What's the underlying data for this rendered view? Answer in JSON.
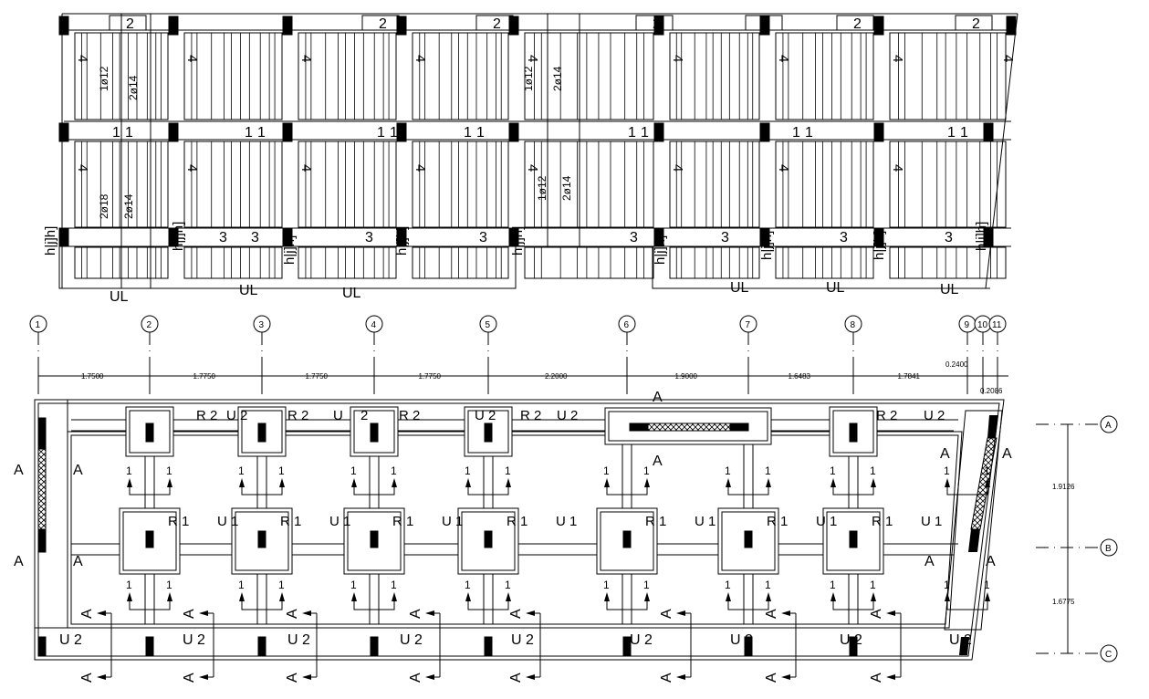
{
  "slab_plan": {
    "beam_mark_top": [
      "2",
      "2",
      "2",
      "2",
      "2",
      "2",
      "2"
    ],
    "beam_mark_mid": [
      "1",
      "1",
      "1",
      "1",
      "1",
      "1",
      "1",
      "1"
    ],
    "beam_mark_bottom": [
      "3",
      "3",
      "3",
      "3",
      "3",
      "3",
      "3",
      "3"
    ],
    "side_mark": "4",
    "rebar_labels": [
      "1ø12",
      "2ø14",
      "2ø18",
      "2ø14",
      "1ø12",
      "2ø14",
      "1ø12",
      "2ø14"
    ],
    "hook_label": "h|j]h]",
    "edge_labels": [
      "UL",
      "UL",
      "UL",
      "UL",
      "UL",
      "UL"
    ]
  },
  "foundation_plan": {
    "grid_x": [
      "1",
      "2",
      "3",
      "4",
      "5",
      "6",
      "7",
      "8",
      "9",
      "10",
      "11"
    ],
    "grid_y": [
      "A",
      "B",
      "C"
    ],
    "dims_x": [
      "1.7500",
      "1.7750",
      "1.7750",
      "1.7750",
      "2.2000",
      "1.9000",
      "1.6483",
      "1.7841",
      "0.2400",
      "0.2086"
    ],
    "dims_y": [
      "1.9126",
      "1.6775"
    ],
    "beam_labels_a": [
      "R 2",
      "U 2",
      "R 2",
      "U",
      "2",
      "R 2",
      "U 2",
      "R 2",
      "U 2",
      "R 2",
      "U 2"
    ],
    "beam_labels_b": [
      "R 1",
      "U 1",
      "R 1",
      "U 1",
      "R 1",
      "U 1",
      "R 1",
      "U 1",
      "R 1",
      "U 1",
      "R 1",
      "U 1",
      "R 1",
      "U 1"
    ],
    "bottom_labels": [
      "U 2",
      "U 2",
      "U 2",
      "U 2",
      "U 2",
      "U 2",
      "U 2",
      "U 2",
      "U 2"
    ],
    "bay_mark": "1",
    "section_mark": "A"
  },
  "colors": {
    "line": "#000000",
    "background": "#ffffff"
  }
}
